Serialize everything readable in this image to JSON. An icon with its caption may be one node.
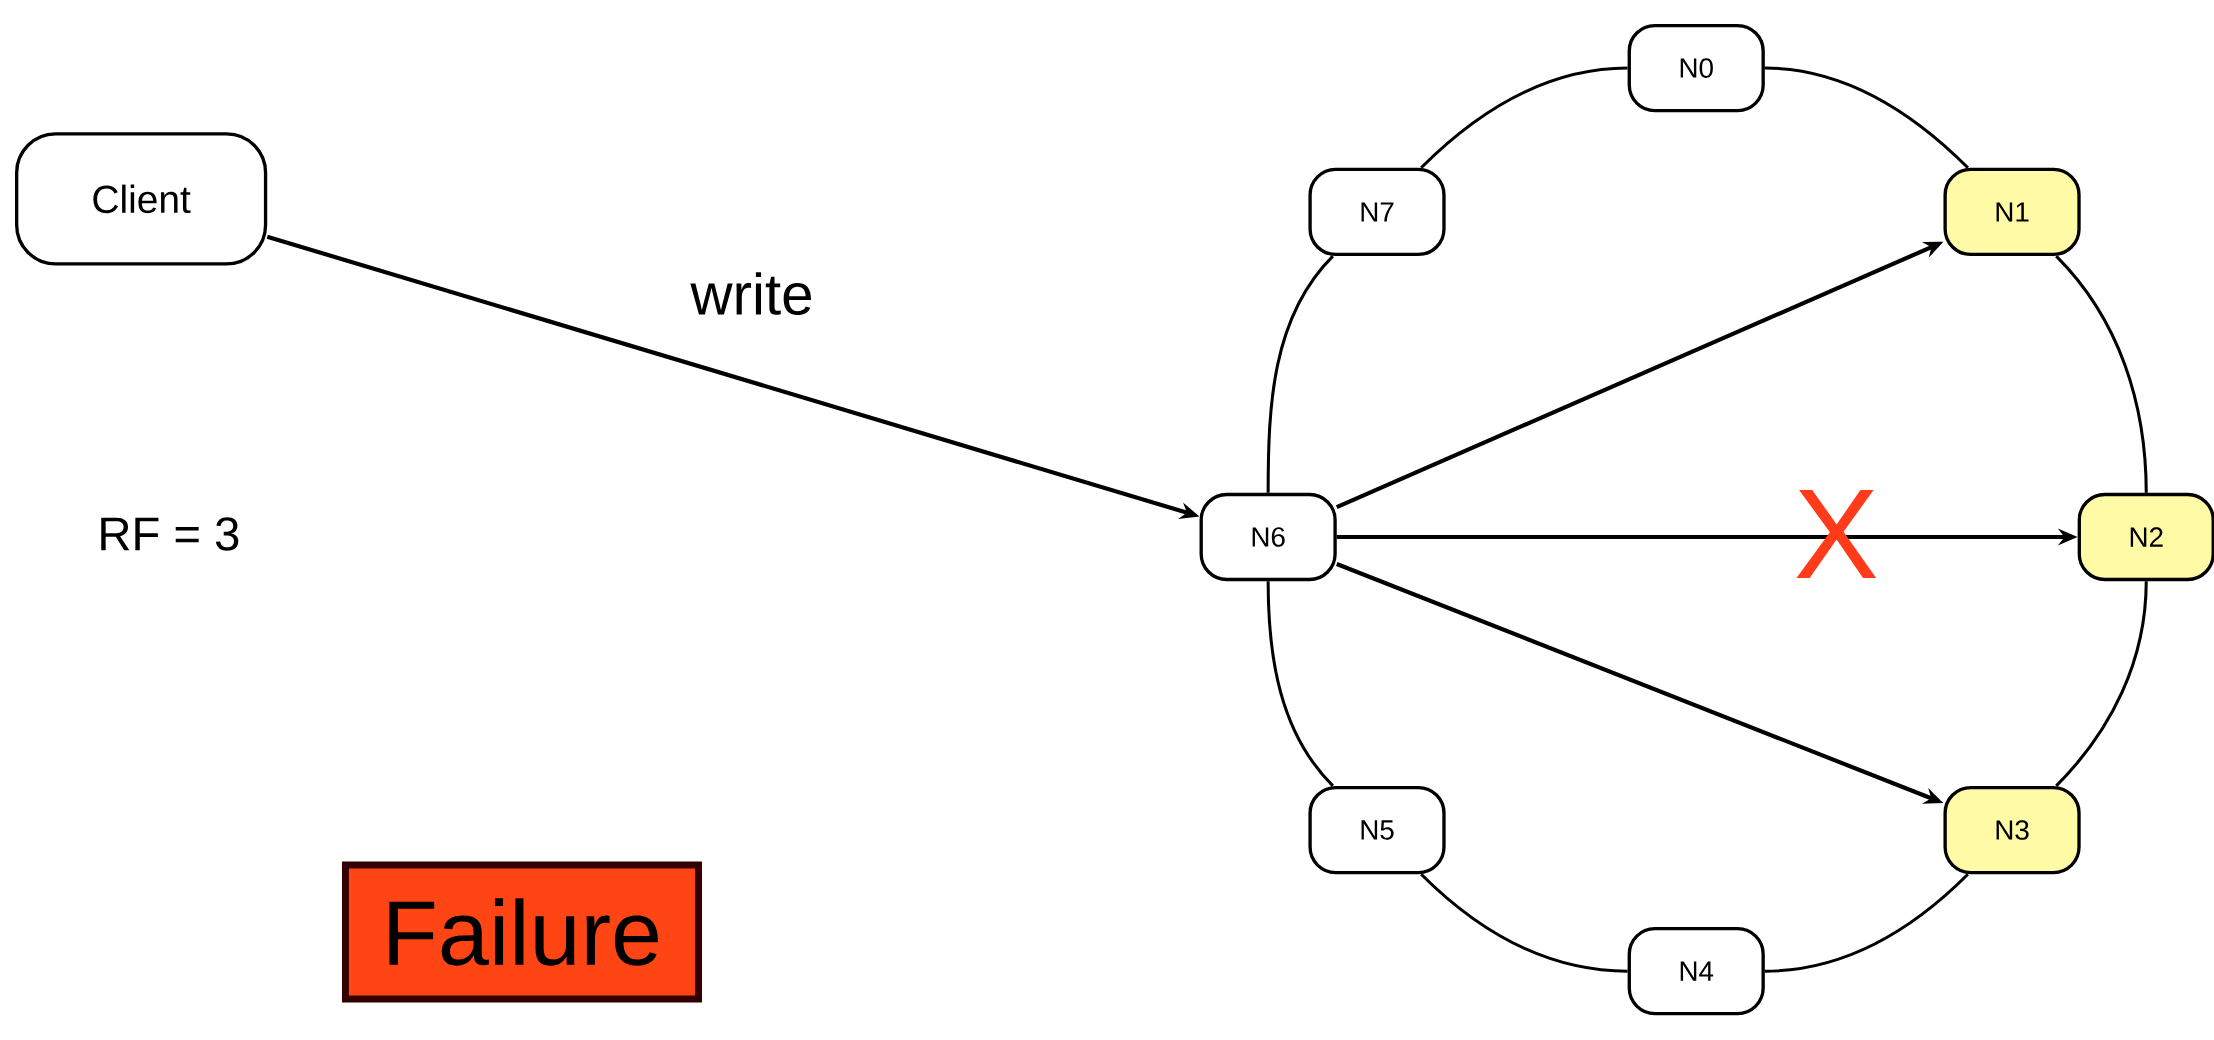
{
  "diagram": {
    "nodes": [
      {
        "text": [
          "Client"
        ]
      },
      {
        "text": [
          "N0"
        ]
      },
      {
        "text": [
          "N1"
        ]
      },
      {
        "text": [
          "N2"
        ]
      },
      {
        "text": [
          "N3"
        ]
      },
      {
        "text": [
          "N4"
        ]
      },
      {
        "text": [
          "N5"
        ]
      },
      {
        "text": [
          "N6"
        ]
      },
      {
        "text": [
          "N7"
        ]
      },
      {
        "text": [
          "Failure"
        ]
      }
    ],
    "edges": [
      {
        "from": 0,
        "to": 7,
        "arrow": "to",
        "label": "write"
      },
      {
        "from": 7,
        "to": 2,
        "arrow": "to"
      },
      {
        "from": 7,
        "to": 3,
        "arrow": "to"
      },
      {
        "from": 7,
        "to": 4,
        "arrow": "to"
      },
      {
        "from": 1,
        "to": 2,
        "arrow": "none"
      },
      {
        "from": 2,
        "to": 3,
        "arrow": "none"
      },
      {
        "from": 3,
        "to": 4,
        "arrow": "none"
      },
      {
        "from": 4,
        "to": 5,
        "arrow": "none"
      },
      {
        "from": 5,
        "to": 6,
        "arrow": "none"
      },
      {
        "from": 6,
        "to": 7,
        "arrow": "none"
      },
      {
        "from": 7,
        "to": 8,
        "arrow": "none"
      },
      {
        "from": 8,
        "to": 1,
        "arrow": "none"
      }
    ],
    "labels": [
      "RF = 3",
      "X"
    ]
  }
}
